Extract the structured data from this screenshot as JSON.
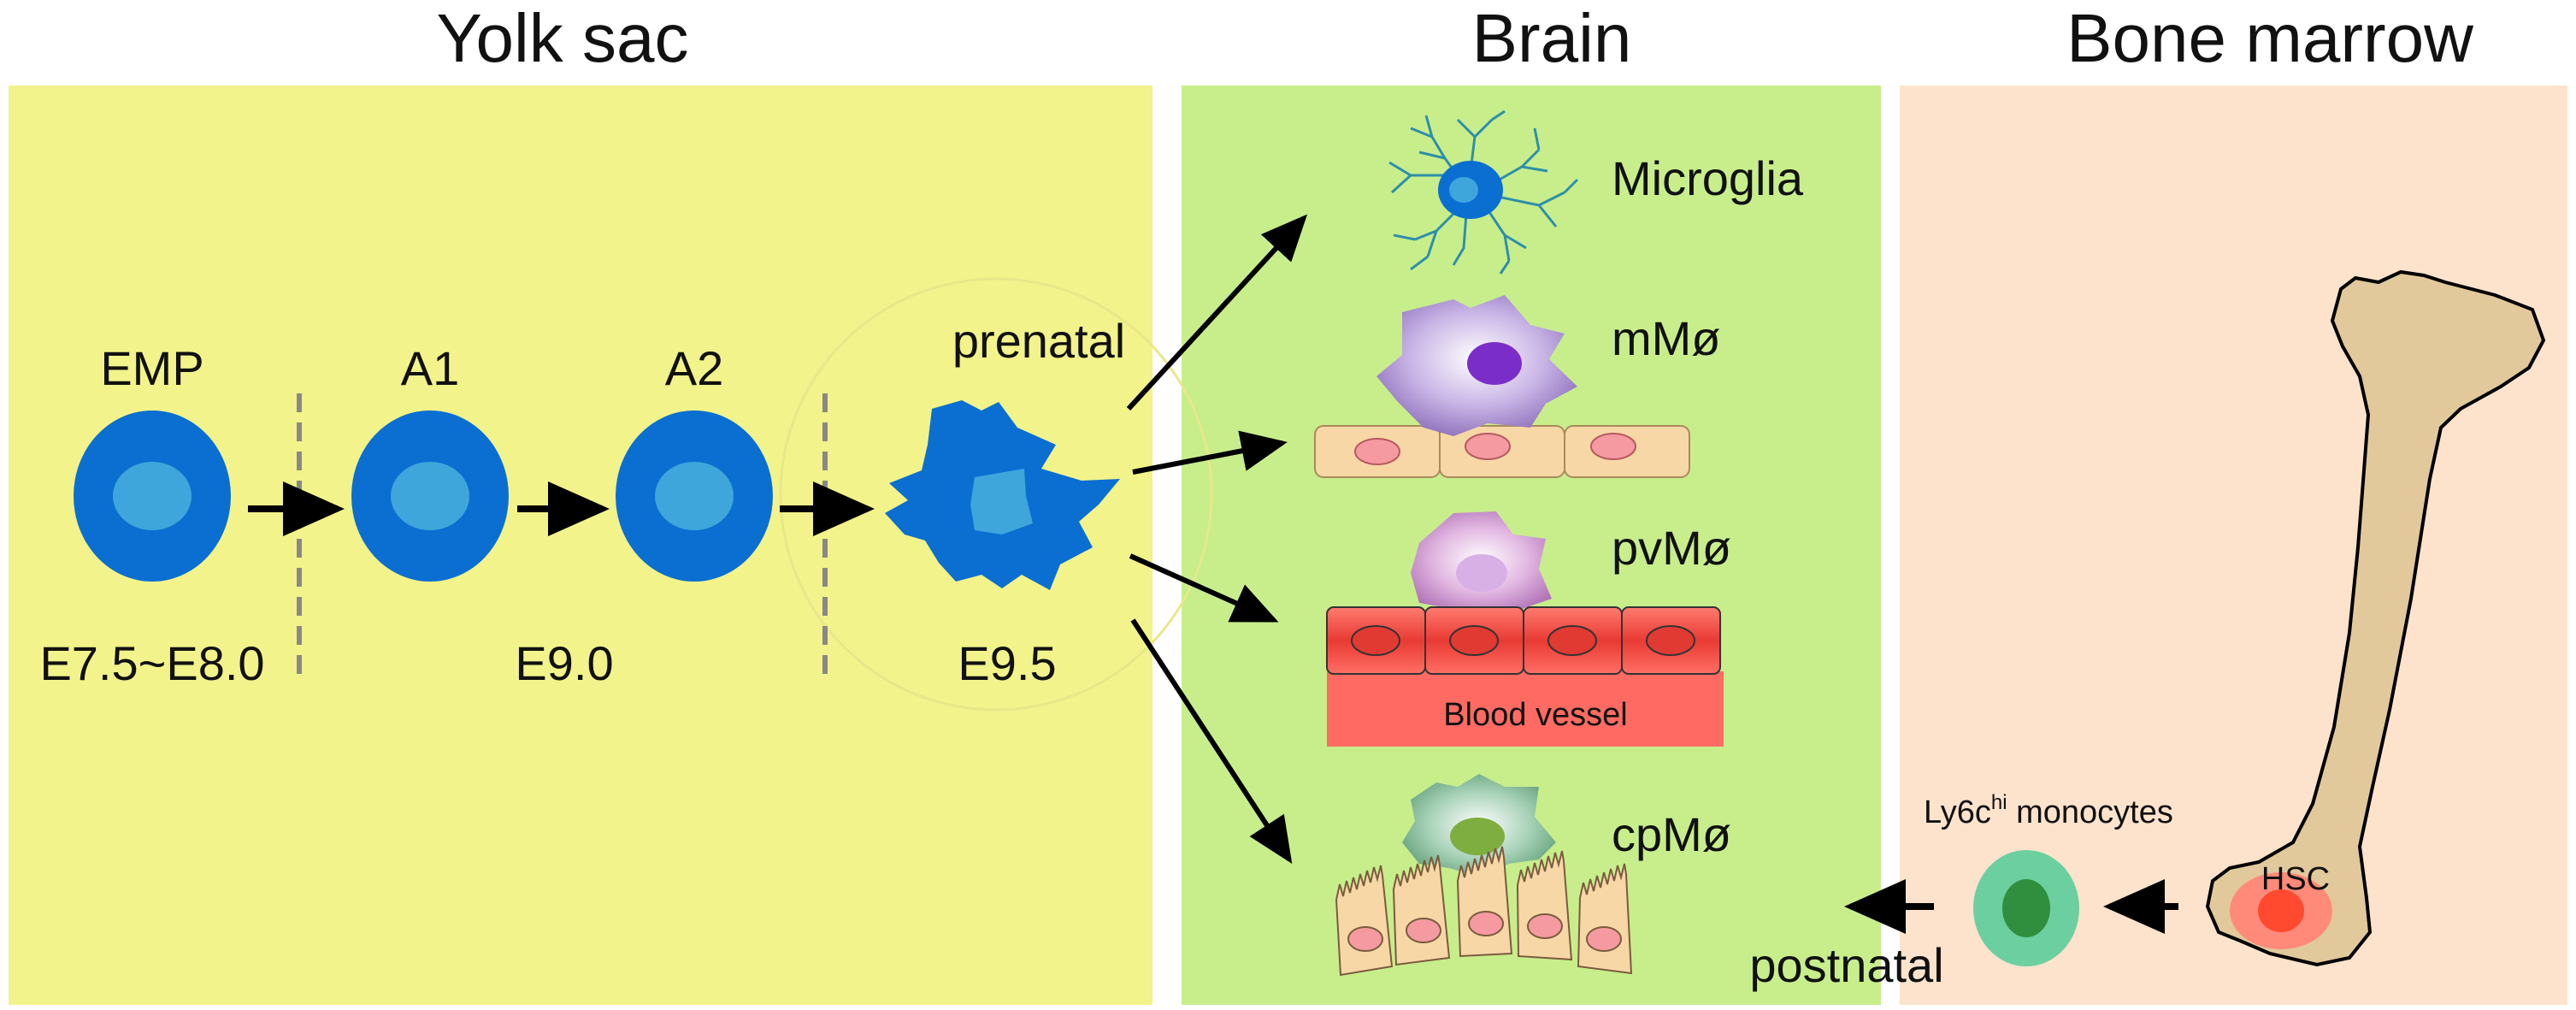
{
  "panels": {
    "yolk_sac": {
      "title": "Yolk sac",
      "color": "#f2f38a"
    },
    "brain": {
      "title": "Brain",
      "color": "#c8ee8c"
    },
    "bone_marrow": {
      "title": "Bone marrow",
      "color": "#fde3cc"
    }
  },
  "yolk_sac": {
    "stages": [
      {
        "label": "EMP"
      },
      {
        "label": "A1"
      },
      {
        "label": "A2"
      }
    ],
    "times": [
      "E7.5~E8.0",
      "E9.0",
      "E9.5"
    ]
  },
  "brain": {
    "prenatal_label": "prenatal",
    "cells": {
      "microglia": "Microglia",
      "mMo": "mMø",
      "pvMo": "pvMø",
      "cpMo": "cpMø"
    },
    "vessel_label": "Blood vessel"
  },
  "bone_marrow": {
    "hsc_label": "HSC",
    "monocyte_label_main": "Ly6c",
    "monocyte_label_sup": "hi",
    "monocyte_label_rest": " monocytes",
    "postnatal_label": "postnatal"
  },
  "colors": {
    "cell_outer": "#0a6fd1",
    "cell_inner": "#3fa6dc",
    "arrow": "#000000",
    "divider": "#888888",
    "vessel": "#f05a52",
    "bone": "#e1c99c",
    "monocyte_outer": "#6ccf9f",
    "monocyte_inner": "#2f8f3e"
  }
}
